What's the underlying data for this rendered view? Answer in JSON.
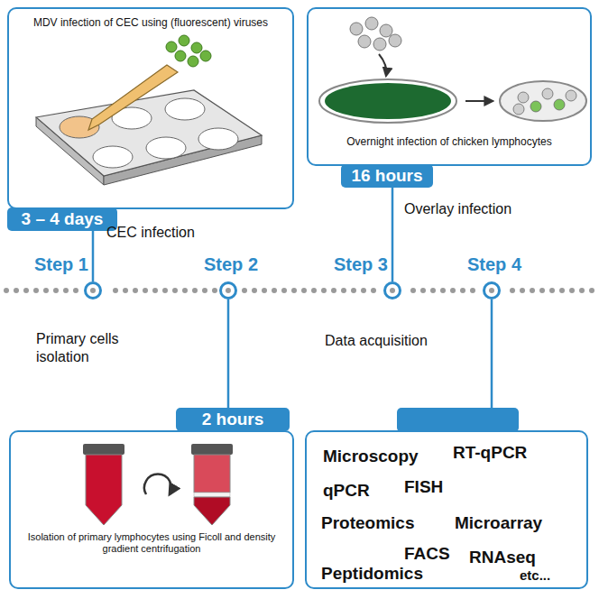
{
  "diagram": {
    "nodes": [
      {
        "text": [
          "MDV infection of CEC using (fluorescent) viruses"
        ]
      },
      {
        "text": [
          "Overnight infection of chicken lymphocytes"
        ]
      },
      {
        "text": [
          "3 – 4 days"
        ]
      },
      {
        "text": [
          "16 hours"
        ]
      },
      {
        "text": [
          "Step 1"
        ]
      },
      {
        "text": [
          "Step 2"
        ]
      },
      {
        "text": [
          "Step 3"
        ]
      },
      {
        "text": [
          "Step 4"
        ]
      },
      {
        "text": [
          "2 hours"
        ]
      },
      {
        "text": [
          "Isolation of primary lymphocytes using Ficoll and density gradient centrifugation"
        ]
      },
      {
        "text": [
          "Microscopy",
          "RT-qPCR",
          "qPCR",
          "FISH",
          "Proteomics",
          "Microarray",
          "FACS",
          "RNAseq",
          "Peptidomics",
          "etc..."
        ]
      }
    ],
    "edges": [
      {
        "from": 2,
        "to": 4,
        "arrow": "none"
      },
      {
        "from": 3,
        "to": 6,
        "arrow": "none"
      },
      {
        "from": 5,
        "to": 8,
        "arrow": "none"
      },
      {
        "from": 7,
        "to": 10,
        "arrow": "none"
      }
    ],
    "labels": [
      "CEC infection",
      "Overlay infection",
      "Primary cells isolation",
      "Data acquisition"
    ]
  }
}
